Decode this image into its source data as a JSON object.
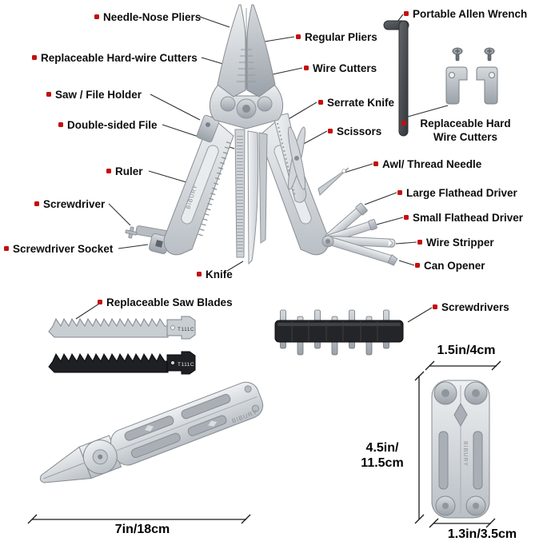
{
  "brand": "BIBURY",
  "colors": {
    "label_dot": "#c40e0e",
    "text": "#0d0d0d",
    "metal": "#c8cdd2"
  },
  "callouts": {
    "needle_nose": "Needle-Nose Pliers",
    "regular_pliers": "Regular Pliers",
    "replaceable_hardwire": "Replaceable Hard-wire Cutters",
    "wire_cutters": "Wire Cutters",
    "portable_allen": "Portable Allen Wrench",
    "saw_file_holder": "Saw / File Holder",
    "serrate_knife": "Serrate Knife",
    "double_sided_file": "Double-sided File",
    "scissors": "Scissors",
    "replaceable_hard_line1": "Replaceable Hard",
    "replaceable_hard_line2": "Wire Cutters",
    "ruler": "Ruler",
    "awl": "Awl/ Thread Needle",
    "screwdriver": "Screwdriver",
    "large_flathead": "Large Flathead Driver",
    "small_flathead": "Small Flathead Driver",
    "screwdriver_socket": "Screwdriver Socket",
    "wire_stripper": "Wire Stripper",
    "can_opener": "Can Opener",
    "knife": "Knife",
    "replaceable_saw_blades": "Replaceable Saw Blades",
    "screwdrivers": "Screwdrivers"
  },
  "markings": {
    "saw_blade_code": "T111C"
  },
  "dimensions": {
    "folded_length": "7in/18cm",
    "width": "1.5in/4cm",
    "height_line1": "4.5in/",
    "height_line2": "11.5cm",
    "thickness": "1.3in/3.5cm"
  }
}
